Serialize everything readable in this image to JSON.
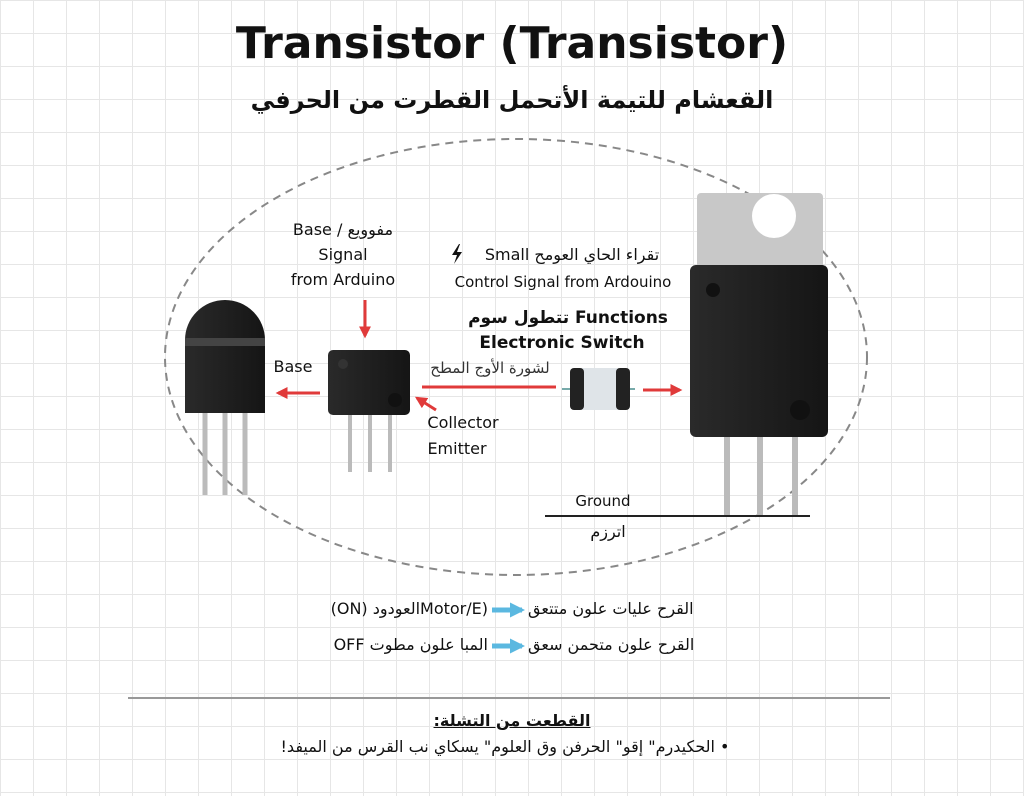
{
  "title": "Transistor (Transistor)",
  "subtitle": "القعشام للتيمة الأتحمل القطرت من الحرفي",
  "diagram": {
    "base_top": "Base / مفوويع",
    "signal": "Signal",
    "from_arduino": "from Arduino",
    "small_signal": "تقراء الحاي العومح Small",
    "control_signal": "Control Signal from Ardouino",
    "functions": "تتطول سوم Functions",
    "electronic_switch": "Electronic Switch",
    "base_left": "Base",
    "arabic_line": "لشورة الأوج المطح",
    "collector": "Collector",
    "emitter": "Emitter",
    "ground": "Ground",
    "ground_ar": "اترزم"
  },
  "states": [
    {
      "left": "(Motor/Eالعودود (ON)",
      "right": "القرح عليات علون متتعق"
    },
    {
      "left": "المبا علون مطوت OFF",
      "right": "القرح علون متحمن سعق"
    }
  ],
  "notes": {
    "heading": "القطعت من التشلة:",
    "bullet": "الحكيدرم\" إقو\" الحرفن وق العلوم\" يسكاي نب القرس من الميفد!"
  },
  "colors": {
    "arrow_red": "#e03a3a",
    "arrow_blue": "#5bb8e0"
  }
}
